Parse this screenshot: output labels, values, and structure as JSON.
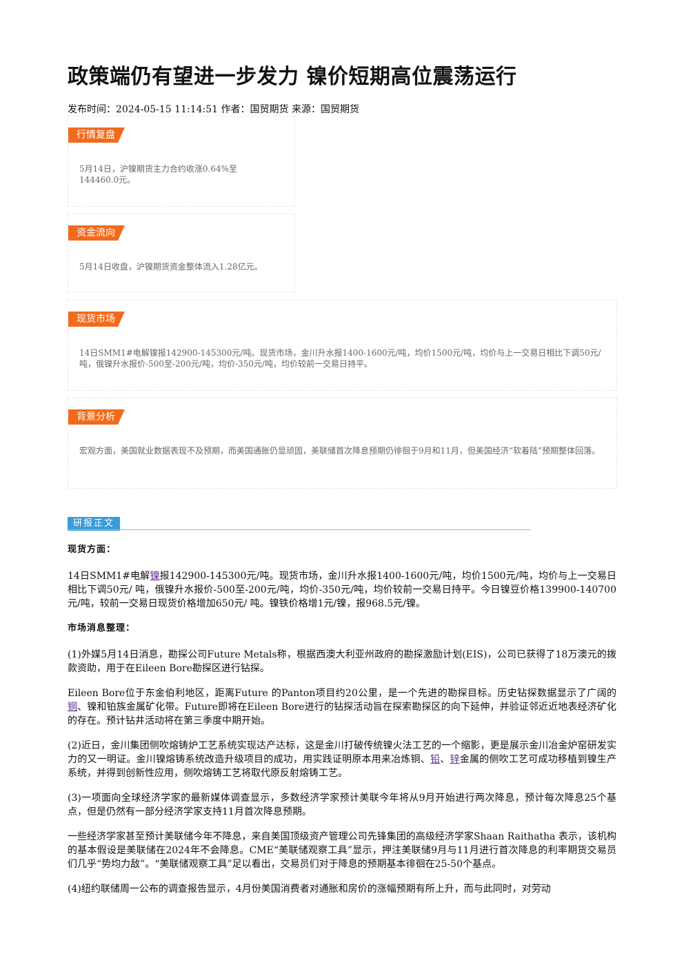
{
  "article": {
    "title": "政策端仍有望进一步发力 镍价短期高位震荡运行",
    "meta": "发布时间：2024-05-15 11:14:51 作者：国贸期货 来源：国贸期货"
  },
  "sections": [
    {
      "tag": "行情复盘",
      "text": "5月14日，沪镍期货主力合约收涨0.64%至144460.0元。"
    },
    {
      "tag": "资金流向",
      "text": "5月14日收盘，沪镍期货资金整体流入1.28亿元。"
    },
    {
      "tag": "现货市场",
      "text": "14日SMM1#电解镍报142900-145300元/吨。现货市场，金川升水报1400-1600元/吨，均价1500元/吨，均价与上一交易日相比下调50元/ 吨，俄镍升水报价-500至-200元/吨，均价-350元/吨，均价较前一交易日持平。"
    },
    {
      "tag": "背景分析",
      "text": "宏观方面，美国就业数据表现不及预期，而美国通胀仍显顽固，美联储首次降息预期仍徘徊于9月和11月，但美国经济“软着陆”预期整体回落。"
    }
  ],
  "report": {
    "label": "研报正文",
    "h1": "现货方面：",
    "p1_a": "14日SMM1#电解",
    "p1_link": "镍",
    "p1_b": "报142900-145300元/吨。现货市场，金川升水报1400-1600元/吨，均价1500元/吨，均价与上一交易日相比下调50元/ 吨，俄镍升水报价-500至-200元/吨，均价-350元/吨，均价较前一交易日持平。今日镍豆价格139900-140700元/吨，较前一交易日现货价格增加650元/ 吨。镍铁价格增1元/镍，报968.5元/镍。",
    "h2": "市场消息整理：",
    "p2": "(1)外媒5月14日消息，勘探公司Future Metals称，根据西澳大利亚州政府的勘探激励计划(EIS)，公司已获得了18万澳元的拨款资助，用于在Eileen Bore勘探区进行钻探。",
    "p3_a": "Eileen Bore位于东金伯利地区，距离Future 的Panton项目约20公里，是一个先进的勘探目标。历史钻探数据显示了广阔的",
    "p3_link": "铜",
    "p3_b": "、镍和铂族金属矿化带。Future即将在Eileen Bore进行的钻探活动旨在探索勘探区的向下延伸，并验证邻近近地表经济矿化的存在。预计钻井活动将在第三季度中期开始。",
    "p4_a": "(2)近日，金川集团侧吹熔铸炉工艺系统实现达产达标，这是金川打破传统镍火法工艺的一个缩影，更是展示金川冶金炉窑研发实力的又一明证。金川镍熔铸系统改造升级项目的成功，用实践证明原本用来冶炼铜、",
    "p4_link1": "铅",
    "p4_sep": "、",
    "p4_link2": "锌",
    "p4_b": "金属的侧吹工艺可成功移植到镍生产系统，并得到创新性应用，侧吹熔铸工艺将取代原反射熔铸工艺。",
    "p5": "(3)一项面向全球经济学家的最新媒体调查显示，多数经济学家预计美联今年将从9月开始进行两次降息，预计每次降息25个基点，但是仍然有一部分经济学家支持11月首次降息预期。",
    "p6": "一些经济学家甚至预计美联储今年不降息，来自美国顶级资产管理公司先锋集团的高级经济学家Shaan Raithatha 表示，该机构的基本假设是美联储在2024年不会降息。CME“美联储观察工具”显示，押注美联储9月与11月进行首次降息的利率期货交易员们几乎“势均力敌”。“美联储观察工具”足以看出，交易员们对于降息的预期基本徘徊在25-50个基点。",
    "p7": "(4)纽约联储周一公布的调查报告显示，4月份美国消费者对通胀和房价的涨幅预期有所上升，而与此同时，对劳动"
  }
}
